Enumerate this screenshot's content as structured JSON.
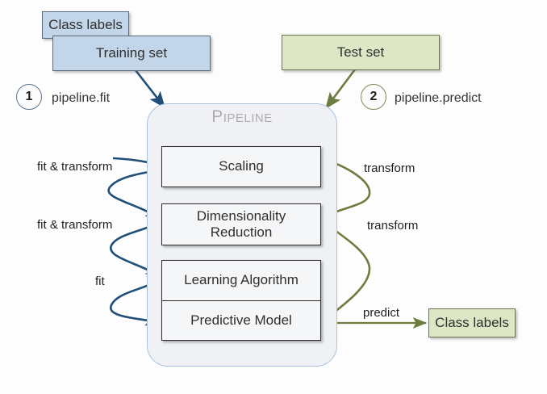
{
  "diagram": {
    "title": "Pipeline",
    "inputs": [
      {
        "id": "class-labels-in",
        "label": "Class labels",
        "color": "#c3d6e9"
      },
      {
        "id": "training-set",
        "label": "Training set",
        "color": "#c3d6e9"
      },
      {
        "id": "test-set",
        "label": "Test set",
        "color": "#dde7c6"
      }
    ],
    "outputs": [
      {
        "id": "class-labels-out",
        "label": "Class labels",
        "color": "#dde7c6"
      }
    ],
    "steps": [
      {
        "number": "1",
        "command": "pipeline.fit",
        "color": "#5d7690"
      },
      {
        "number": "2",
        "command": "pipeline.predict",
        "color": "#7d8a56"
      }
    ],
    "stages": [
      {
        "id": "scaling",
        "label": "Scaling"
      },
      {
        "id": "dimensionality-reduction",
        "line1": "Dimensionality",
        "line2": "Reduction"
      },
      {
        "id": "learning-algorithm",
        "label": "Learning Algorithm"
      },
      {
        "id": "predictive-model",
        "label": "Predictive Model"
      }
    ],
    "edge_labels": {
      "left": [
        "fit & transform",
        "fit & transform",
        "fit"
      ],
      "right": [
        "transform",
        "transform",
        "predict"
      ]
    },
    "colors": {
      "train_flow": "#1f4e79",
      "test_flow": "#6d7c3f",
      "container_bg": "#eff1f5",
      "container_border": "#a9c2dc",
      "title_gray": "#adadad"
    }
  }
}
